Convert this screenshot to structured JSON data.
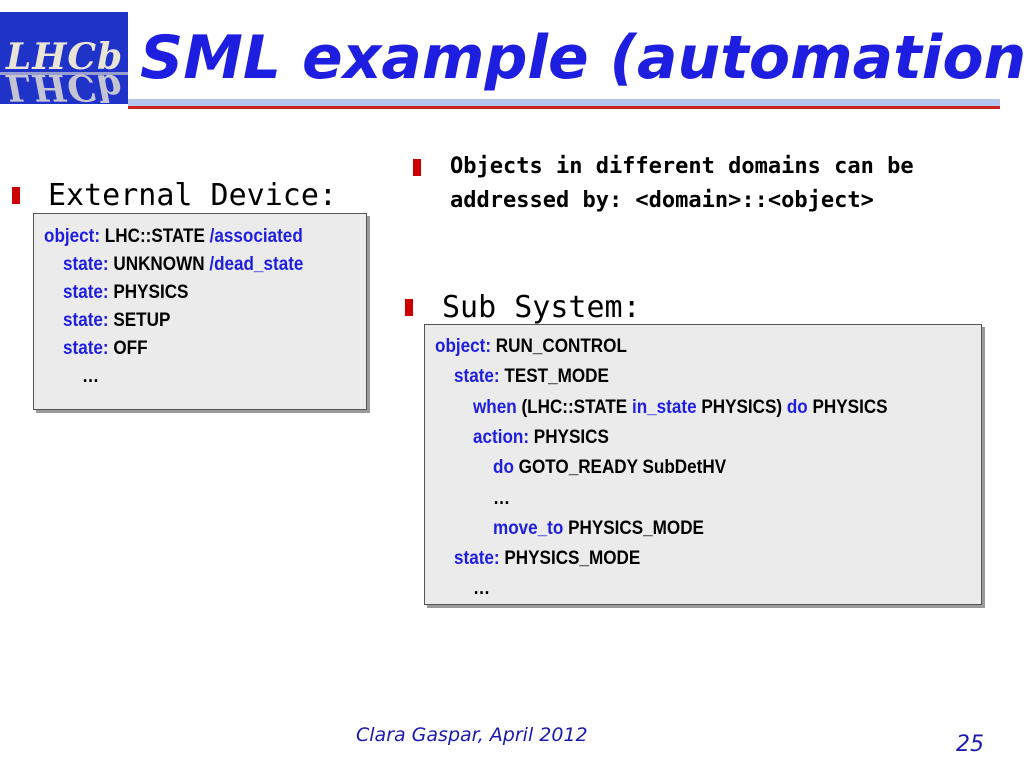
{
  "logo": {
    "text": "LHCb"
  },
  "title": "SML example (automation)",
  "bullets": {
    "external": "External Device:",
    "objects_line1": "Objects in different domains can be",
    "objects_line2": "addressed by: <domain>::<object>",
    "subsystem": "Sub System:"
  },
  "external_box": {
    "lines": [
      [
        {
          "t": "object: ",
          "kw": true
        },
        {
          "t": "LHC::STATE ",
          "kw": false
        },
        {
          "t": "/associated",
          "kw": true
        }
      ],
      [
        {
          "t": "state: ",
          "kw": true
        },
        {
          "t": "UNKNOWN ",
          "kw": false
        },
        {
          "t": "/dead_state",
          "kw": true
        }
      ],
      [
        {
          "t": "state: ",
          "kw": true
        },
        {
          "t": "PHYSICS",
          "kw": false
        }
      ],
      [
        {
          "t": "state: ",
          "kw": true
        },
        {
          "t": "SETUP",
          "kw": false
        }
      ],
      [
        {
          "t": "state: ",
          "kw": true
        },
        {
          "t": "OFF",
          "kw": false
        }
      ],
      [
        {
          "t": "…",
          "kw": false
        }
      ]
    ]
  },
  "subsystem_box": {
    "lines": [
      [
        {
          "t": "object: ",
          "kw": true
        },
        {
          "t": "RUN_CONTROL",
          "kw": false
        }
      ],
      [
        {
          "t": "state: ",
          "kw": true
        },
        {
          "t": "TEST_MODE",
          "kw": false
        }
      ],
      [
        {
          "t": "when",
          "kw": true
        },
        {
          "t": " (LHC::STATE ",
          "kw": false
        },
        {
          "t": "in_state",
          "kw": true
        },
        {
          "t": " PHYSICS) ",
          "kw": false
        },
        {
          "t": "do",
          "kw": true
        },
        {
          "t": " PHYSICS",
          "kw": false
        }
      ],
      [
        {
          "t": "action: ",
          "kw": true
        },
        {
          "t": "PHYSICS",
          "kw": false
        }
      ],
      [
        {
          "t": "do ",
          "kw": true
        },
        {
          "t": "GOTO_READY SubDetHV",
          "kw": false
        }
      ],
      [
        {
          "t": "…",
          "kw": false
        }
      ],
      [
        {
          "t": "move_to ",
          "kw": true
        },
        {
          "t": "PHYSICS_MODE",
          "kw": false
        }
      ],
      [
        {
          "t": "state: ",
          "kw": true
        },
        {
          "t": "PHYSICS_MODE",
          "kw": false
        }
      ],
      [
        {
          "t": "…",
          "kw": false
        }
      ]
    ]
  },
  "footer": {
    "author": "Clara Gaspar, April 2012",
    "page": "25"
  },
  "colors": {
    "keyword": "#1e1ee0",
    "title": "#1e1ee0",
    "bullet": "#cc0000",
    "footer": "#1a1ab0"
  }
}
